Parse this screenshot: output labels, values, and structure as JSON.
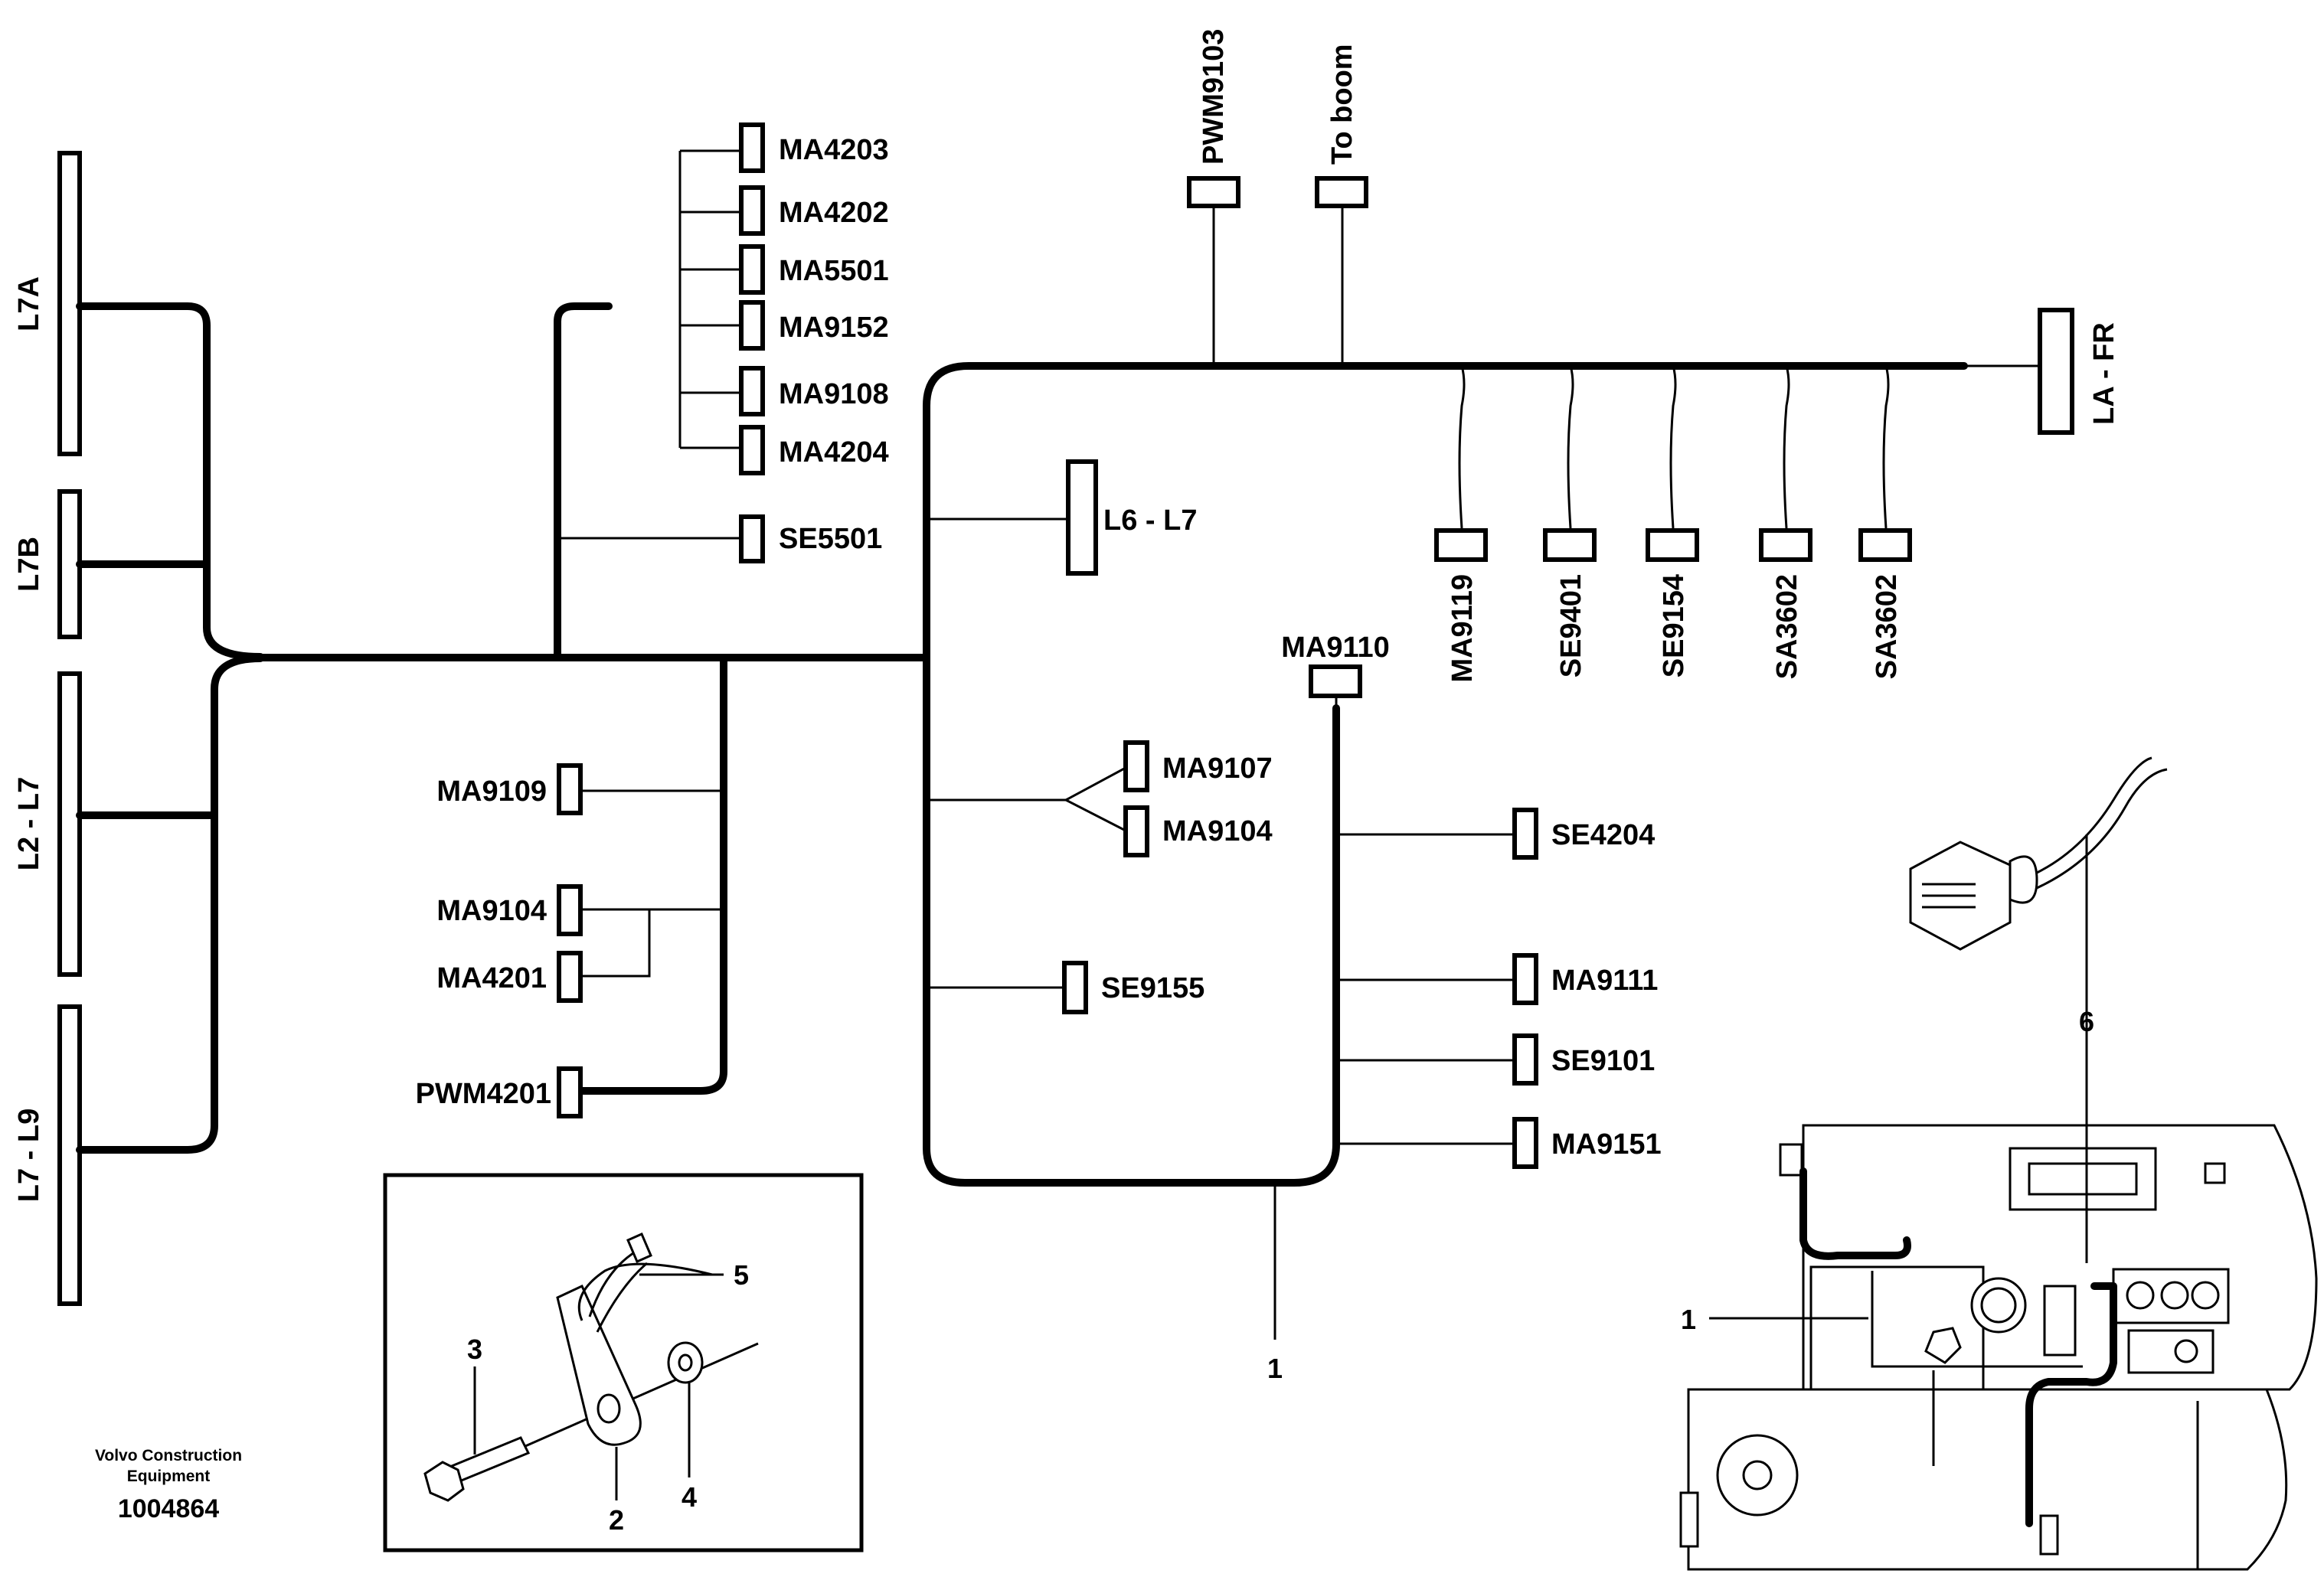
{
  "left_bars": [
    "L7A",
    "L7B",
    "L2 - L7",
    "L7 - L9"
  ],
  "upper_connectors": [
    "MA4203",
    "MA4202",
    "MA5501",
    "MA9152",
    "MA9108",
    "MA4204"
  ],
  "se5501": "SE5501",
  "l6_l7": "L6 - L7",
  "top_connectors": [
    "PWM9103",
    "To boom"
  ],
  "la_fr": "LA - FR",
  "bottom_row_connectors": [
    "MA9119",
    "SE9401",
    "SE9154",
    "SA3602",
    "SA3602"
  ],
  "ma9110": "MA9110",
  "mid_left_connectors": {
    "ma9109": "MA9109",
    "ma9104": "MA9104",
    "ma4201": "MA4201",
    "pwm4201": "PWM4201"
  },
  "fork_connectors": [
    "MA9107",
    "MA9104"
  ],
  "se9155": "SE9155",
  "right_connectors": [
    "SE4204",
    "MA9111",
    "SE9101",
    "MA9151"
  ],
  "callouts": {
    "harness_1": "1",
    "inset_2": "2",
    "inset_3": "3",
    "inset_4": "4",
    "inset_5": "5",
    "machine_1": "1",
    "machine_6": "6"
  },
  "footer": {
    "company_line1": "Volvo Construction",
    "company_line2": "Equipment",
    "doc_number": "1004864"
  }
}
